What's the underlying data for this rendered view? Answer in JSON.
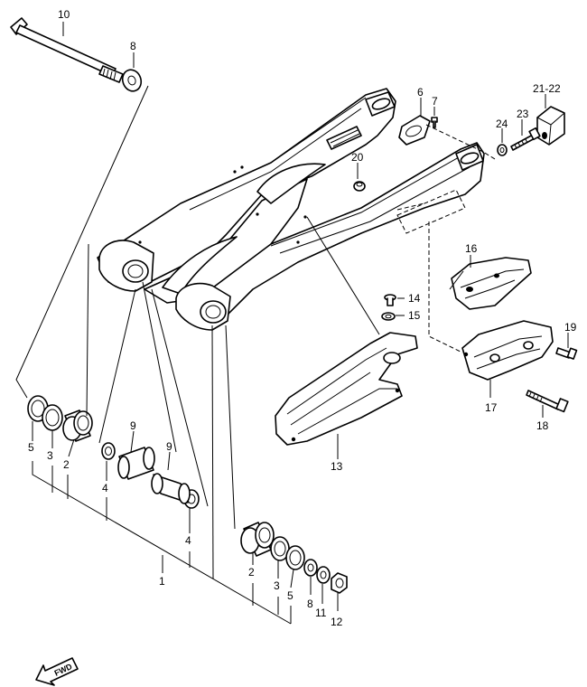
{
  "callouts": {
    "c1": "1",
    "c2a": "2",
    "c2b": "2",
    "c3a": "3",
    "c3b": "3",
    "c4a": "4",
    "c4b": "4",
    "c5a": "5",
    "c5b": "5",
    "c6": "6",
    "c7": "7",
    "c8a": "8",
    "c8b": "8",
    "c9a": "9",
    "c9b": "9",
    "c10": "10",
    "c11": "11",
    "c12": "12",
    "c13": "13",
    "c14": "14",
    "c15": "15",
    "c16": "16",
    "c17": "17",
    "c18": "18",
    "c19": "19",
    "c20": "20",
    "c2122": "21-22",
    "c23": "23",
    "c24": "24"
  },
  "fwd_label": "FWD"
}
